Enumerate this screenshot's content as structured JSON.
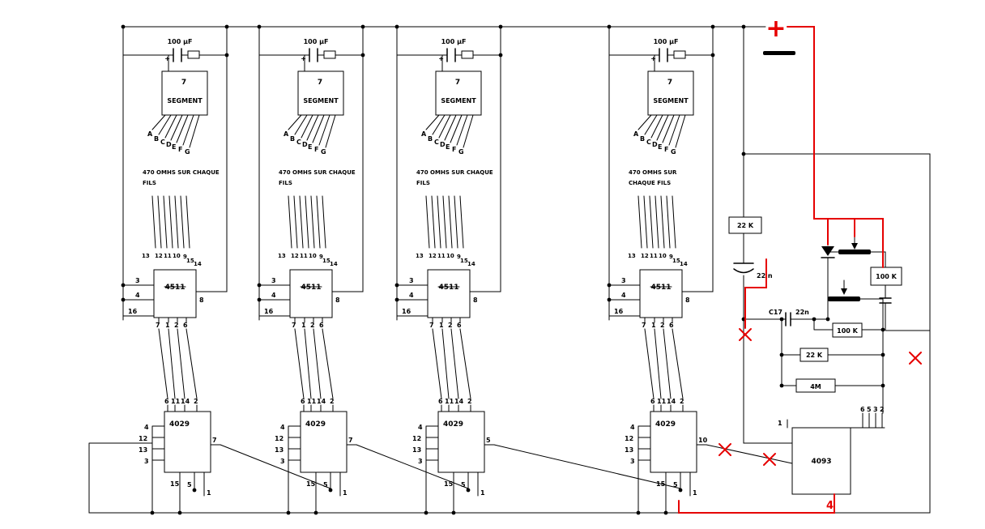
{
  "colors": {
    "wire": "#000000",
    "highlight": "#e60000",
    "background": "#ffffff"
  },
  "power": {
    "positive_label": "+",
    "clock_net_label": "4"
  },
  "stages": [
    {
      "capacitor_value": "100 µF",
      "capacitor_polarity": "+",
      "display_line1": "7",
      "display_line2": "SEGMENT",
      "segments": [
        "A",
        "B",
        "C",
        "D",
        "E",
        "F",
        "G"
      ],
      "note_line1": "470 OMHS SUR CHAQUE",
      "note_line2": "FILS",
      "seg_pins": [
        "13",
        "12",
        "11",
        "10",
        "9",
        "15",
        "14"
      ],
      "driver_name": "4511",
      "driver_pins_left": [
        "3",
        "4",
        "16"
      ],
      "driver_pin_right": "8",
      "driver_pins_bottom": [
        "7",
        "1",
        "2",
        "6"
      ],
      "counter_name": "4029",
      "counter_pins_top": [
        "6",
        "11",
        "14",
        "2"
      ],
      "counter_pins_left": [
        "4",
        "12",
        "13",
        "3"
      ],
      "counter_pin_right": "7",
      "counter_pins_bottom": [
        "15",
        "5",
        "1"
      ]
    },
    {
      "capacitor_value": "100 µF",
      "capacitor_polarity": "+",
      "display_line1": "7",
      "display_line2": "SEGMENT",
      "segments": [
        "A",
        "B",
        "C",
        "D",
        "E",
        "F",
        "G"
      ],
      "note_line1": "470 OMHS SUR CHAQUE",
      "note_line2": "FILS",
      "seg_pins": [
        "13",
        "12",
        "11",
        "10",
        "9",
        "15",
        "14"
      ],
      "driver_name": "4511",
      "driver_pins_left": [
        "3",
        "4",
        "16"
      ],
      "driver_pin_right": "8",
      "driver_pins_bottom": [
        "7",
        "1",
        "2",
        "6"
      ],
      "counter_name": "4029",
      "counter_pins_top": [
        "6",
        "11",
        "14",
        "2"
      ],
      "counter_pins_left": [
        "4",
        "12",
        "13",
        "3"
      ],
      "counter_pin_right": "7",
      "counter_pins_bottom": [
        "15",
        "5",
        "1"
      ]
    },
    {
      "capacitor_value": "100 µF",
      "capacitor_polarity": "+",
      "display_line1": "7",
      "display_line2": "SEGMENT",
      "segments": [
        "A",
        "B",
        "C",
        "D",
        "E",
        "F",
        "G"
      ],
      "note_line1": "470 OMHS SUR CHAQUE",
      "note_line2": "FILS",
      "seg_pins": [
        "13",
        "12",
        "11",
        "10",
        "9",
        "15",
        "14"
      ],
      "driver_name": "4511",
      "driver_pins_left": [
        "3",
        "4",
        "16"
      ],
      "driver_pin_right": "8",
      "driver_pins_bottom": [
        "7",
        "1",
        "2",
        "6"
      ],
      "counter_name": "4029",
      "counter_pins_top": [
        "6",
        "11",
        "14",
        "2"
      ],
      "counter_pins_left": [
        "4",
        "12",
        "13",
        "3"
      ],
      "counter_pin_right": "5",
      "counter_pins_bottom": [
        "15",
        "5",
        "1"
      ]
    },
    {
      "capacitor_value": "100 µF",
      "capacitor_polarity": "+",
      "display_line1": "7",
      "display_line2": "SEGMENT",
      "segments": [
        "A",
        "B",
        "C",
        "D",
        "E",
        "F",
        "G"
      ],
      "note_line1": "470 OMHS SUR",
      "note_line2": "CHAQUE FILS",
      "seg_pins": [
        "13",
        "12",
        "11",
        "10",
        "9",
        "15",
        "14"
      ],
      "driver_name": "4511",
      "driver_pins_left": [
        "3",
        "4",
        "16"
      ],
      "driver_pin_right": "8",
      "driver_pins_bottom": [
        "7",
        "1",
        "2",
        "6"
      ],
      "counter_name": "4029",
      "counter_pins_top": [
        "6",
        "11",
        "14",
        "2"
      ],
      "counter_pins_left": [
        "4",
        "12",
        "13",
        "3"
      ],
      "counter_pin_right": "10",
      "counter_pins_bottom": [
        "15",
        "5",
        "1"
      ]
    }
  ],
  "timer": {
    "r_top_value": "22 K",
    "c_top_value": "22 n",
    "c17_name": "C17",
    "c17_value": "22n",
    "pot_r_value": "100 K",
    "r_mid_value": "100 K",
    "r_low_value": "22 K",
    "r_4m_value": "4M",
    "ic_name": "4093",
    "ic_pin_left": "1",
    "ic_pins_top": [
      "6",
      "5",
      "3",
      "2"
    ]
  }
}
